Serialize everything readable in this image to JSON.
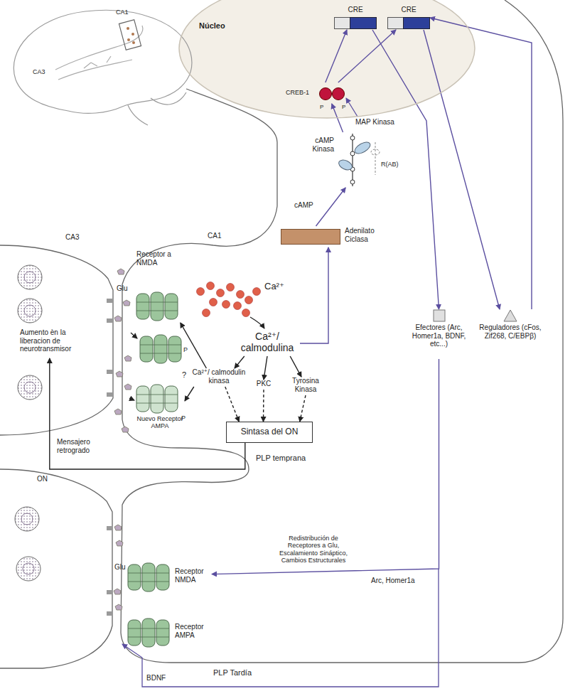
{
  "diagram": {
    "nodes": [
      {
        "text": [
          "Núcleo"
        ]
      },
      {
        "text": [
          "CRE"
        ],
        "in": 0
      },
      {
        "text": [
          "CRE"
        ],
        "in": 0
      },
      {
        "text": [
          "CREB-1"
        ],
        "in": 0
      },
      {
        "text": [
          "cAMP Kinasa"
        ]
      },
      {
        "text": [
          "Adenilato Ciclasa"
        ]
      },
      {
        "text": [
          "Receptor a NMDA"
        ]
      },
      {
        "text": [
          "Ca²⁺/ calmodulina"
        ]
      },
      {
        "text": [
          "PKC"
        ]
      },
      {
        "text": [
          "Tyrosina Kinasa"
        ]
      },
      {
        "text": [
          "Ca²⁺/ calmodulin kinasa"
        ]
      },
      {
        "text": [
          "Sintasa del ON"
        ]
      },
      {
        "text": [
          "Nuevo Receptor AMPA"
        ]
      },
      {
        "text": [
          "Aumento èn la liberacion de neurotransmisor"
        ]
      },
      {
        "text": [
          "Efectores (Arc, Homer1a, BDNF, etc...)"
        ]
      },
      {
        "text": [
          "Reguladores (cFos, Zif268, C/EBPβ)"
        ]
      },
      {
        "text": [
          "Receptor NMDA"
        ]
      },
      {
        "text": [
          "Receptor AMPA"
        ]
      }
    ],
    "edges": [
      {
        "from": 7,
        "to": 8,
        "arrow": "to"
      },
      {
        "from": 7,
        "to": 9,
        "arrow": "to"
      },
      {
        "from": 7,
        "to": 10,
        "arrow": "to"
      },
      {
        "from": 10,
        "to": 6,
        "arrow": "to"
      },
      {
        "from": 10,
        "to": 12,
        "label": "?",
        "arrow": "to"
      },
      {
        "from": 8,
        "to": 11,
        "arrow": "to"
      },
      {
        "from": 9,
        "to": 11,
        "arrow": "to"
      },
      {
        "from": 10,
        "to": 11,
        "arrow": "to"
      },
      {
        "from": 11,
        "to": 13,
        "label": "Mensajero retrogrado",
        "arrow": "to"
      },
      {
        "from": 7,
        "to": 5,
        "arrow": "to"
      },
      {
        "from": 5,
        "to": 4,
        "label": "cAMP",
        "arrow": "to"
      },
      {
        "from": 4,
        "to": 3,
        "arrow": "to"
      },
      {
        "from": 3,
        "to": 1,
        "arrow": "to"
      },
      {
        "from": 3,
        "to": 2,
        "arrow": "to"
      },
      {
        "from": 1,
        "to": 14,
        "arrow": "to"
      },
      {
        "from": 2,
        "to": 15,
        "arrow": "to"
      },
      {
        "from": 15,
        "to": 2,
        "arrow": "to"
      },
      {
        "from": 14,
        "to": 16,
        "label": "Arc, Homer1a",
        "arrow": "to"
      }
    ],
    "labels": [
      "CA1",
      "CA3",
      "CA3",
      "CA1",
      "Ca²⁺",
      "Glu",
      "P",
      "P",
      "ON",
      "PLP temprana",
      "MAP Kinasa",
      "R(AB)",
      "P",
      "P",
      "Glu",
      "Redistribución de Receptores a Glu, Escalamiento Sináptico, Cambios Estructurales",
      "BDNF",
      "PLP Tardía"
    ]
  }
}
